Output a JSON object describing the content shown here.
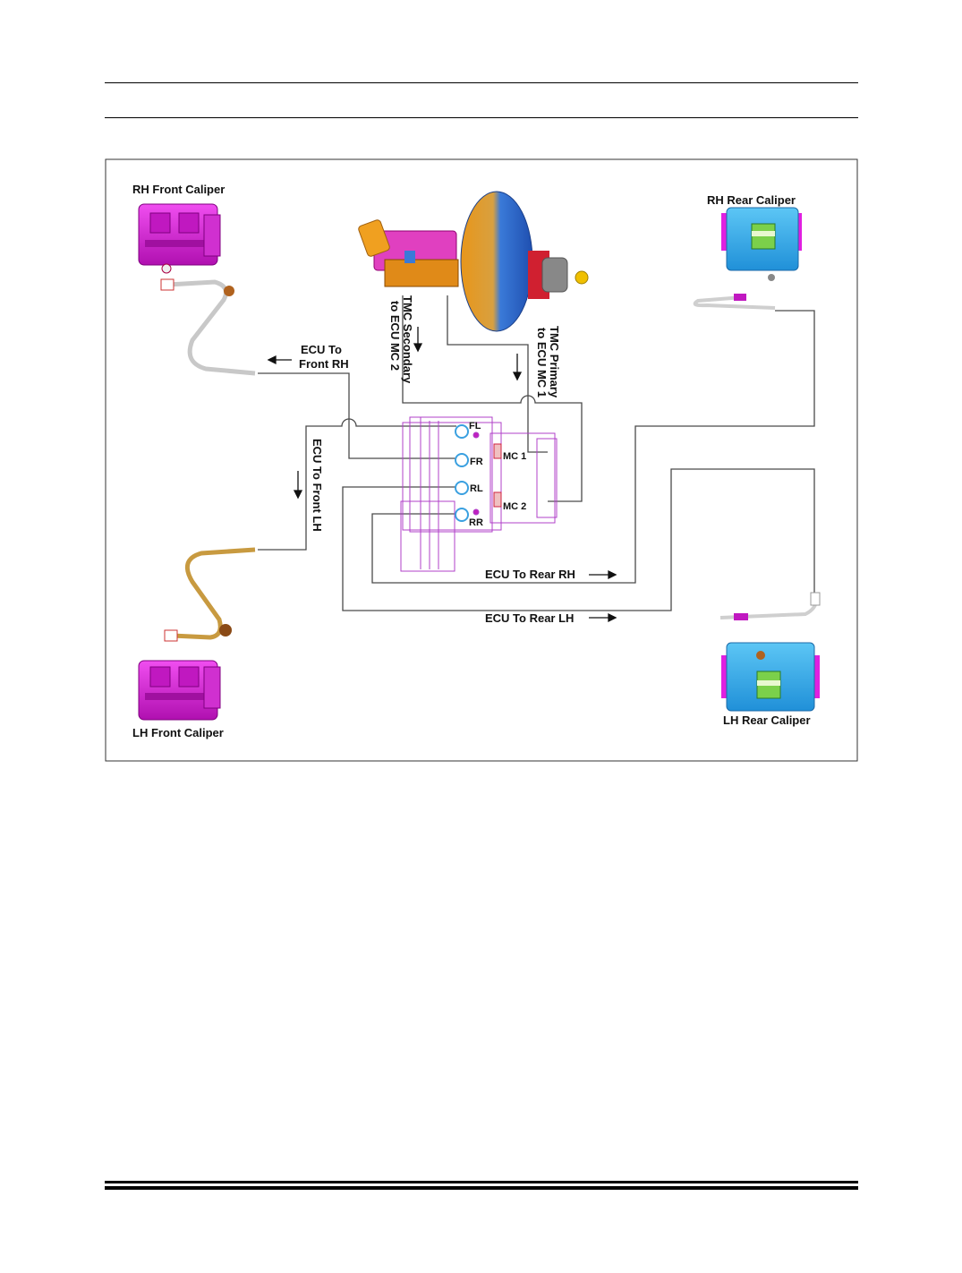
{
  "diagram": {
    "labels": {
      "rh_front_caliper": "RH Front Caliper",
      "lh_front_caliper": "LH Front Caliper",
      "rh_rear_caliper": "RH Rear Caliper",
      "lh_rear_caliper": "LH Rear Caliper",
      "ecu_to_front_rh_line1": "ECU To",
      "ecu_to_front_rh_line2": "Front RH",
      "ecu_to_front_lh": "ECU To Front LH",
      "tmc_secondary_line1": "TMC Secondary",
      "tmc_secondary_line2": "to ECU MC 2",
      "tmc_primary_line1": "TMC Primary",
      "tmc_primary_line2": "to ECU MC 1",
      "ecu_to_rear_rh": "ECU To Rear RH",
      "ecu_to_rear_lh": "ECU To Rear LH"
    },
    "ports": {
      "fl": "FL",
      "fr": "FR",
      "rl": "RL",
      "rr": "RR",
      "mc1": "MC 1",
      "mc2": "MC 2"
    },
    "colors": {
      "caliper_front": "#e020e0",
      "caliper_rear": "#3fb0ee",
      "ecu_outline": "#b040c8",
      "booster_orange": "#e08a18",
      "booster_blue": "#2f6fd8",
      "hose_front_rh": "#d8d8d8",
      "hose_front_lh": "#c89a40"
    }
  }
}
